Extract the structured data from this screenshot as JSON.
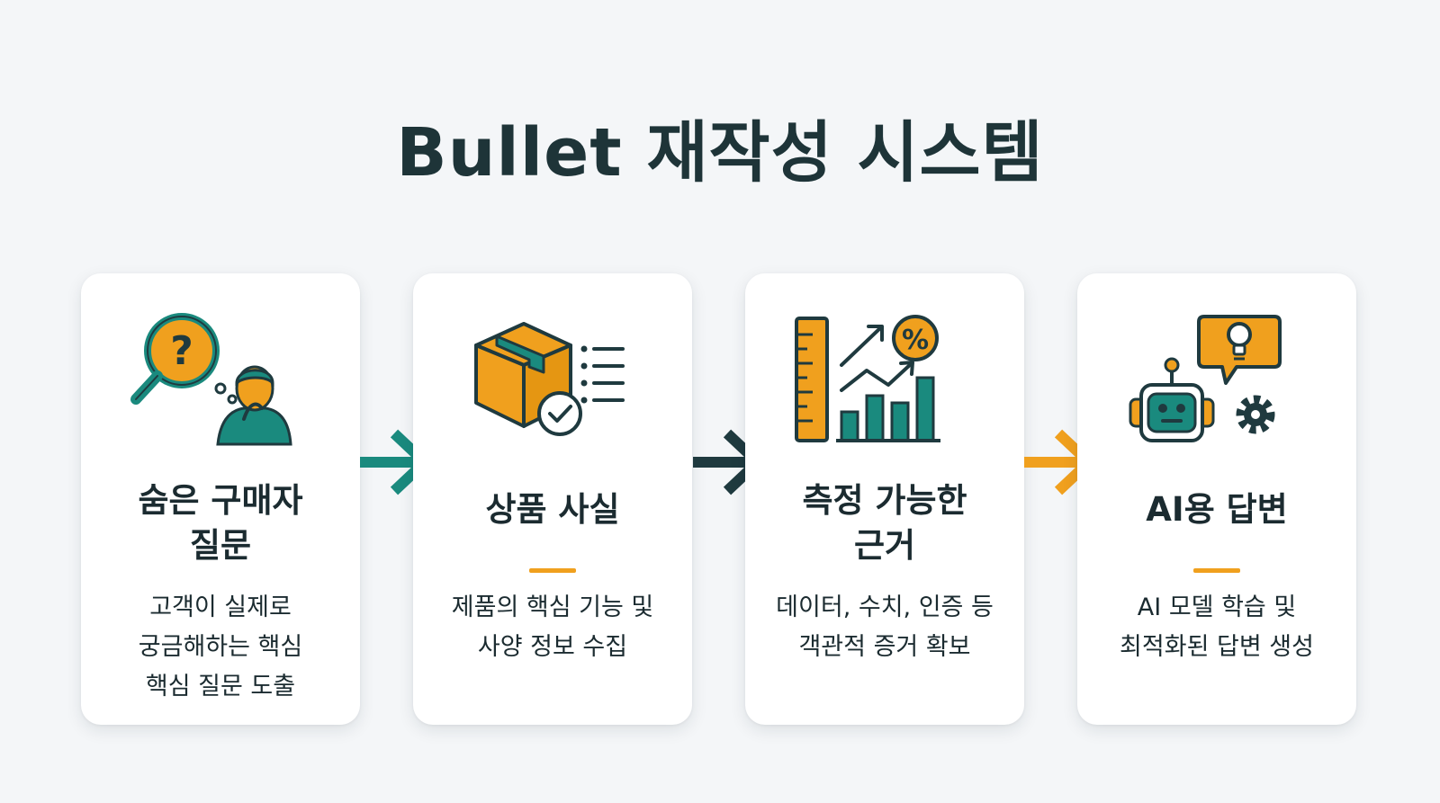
{
  "title": "Bullet 재작성 시스템",
  "colors": {
    "teal": "#1a8a7e",
    "dark": "#1f3a3f",
    "orange": "#f0a01e",
    "background": "#f4f6f8",
    "card": "#ffffff"
  },
  "steps": [
    {
      "icon": "magnifier-question-person-icon",
      "title_lines": [
        "숨은 구매자",
        "질문"
      ],
      "desc_lines": [
        "고객이 실제로",
        "궁금해하는 핵심",
        "핵심 질문 도출"
      ]
    },
    {
      "icon": "package-checklist-icon",
      "title_lines": [
        "상품 사실"
      ],
      "desc_lines": [
        "제품의 핵심 기능 및",
        "사양 정보 수집"
      ]
    },
    {
      "icon": "ruler-chart-percent-icon",
      "title_lines": [
        "측정 가능한",
        "근거"
      ],
      "desc_lines": [
        "데이터, 수치, 인증 등",
        "객관적 증거 확보"
      ]
    },
    {
      "icon": "robot-lightbulb-gear-icon",
      "title_lines": [
        "AI용 답변"
      ],
      "desc_lines": [
        "AI 모델 학습 및",
        "최적화된 답변 생성"
      ]
    }
  ],
  "arrows": [
    {
      "icon": "arrow-right-icon",
      "color": "#1a8a7e"
    },
    {
      "icon": "arrow-right-icon",
      "color": "#1f3a3f"
    },
    {
      "icon": "arrow-right-icon",
      "color": "#f0a01e"
    }
  ]
}
